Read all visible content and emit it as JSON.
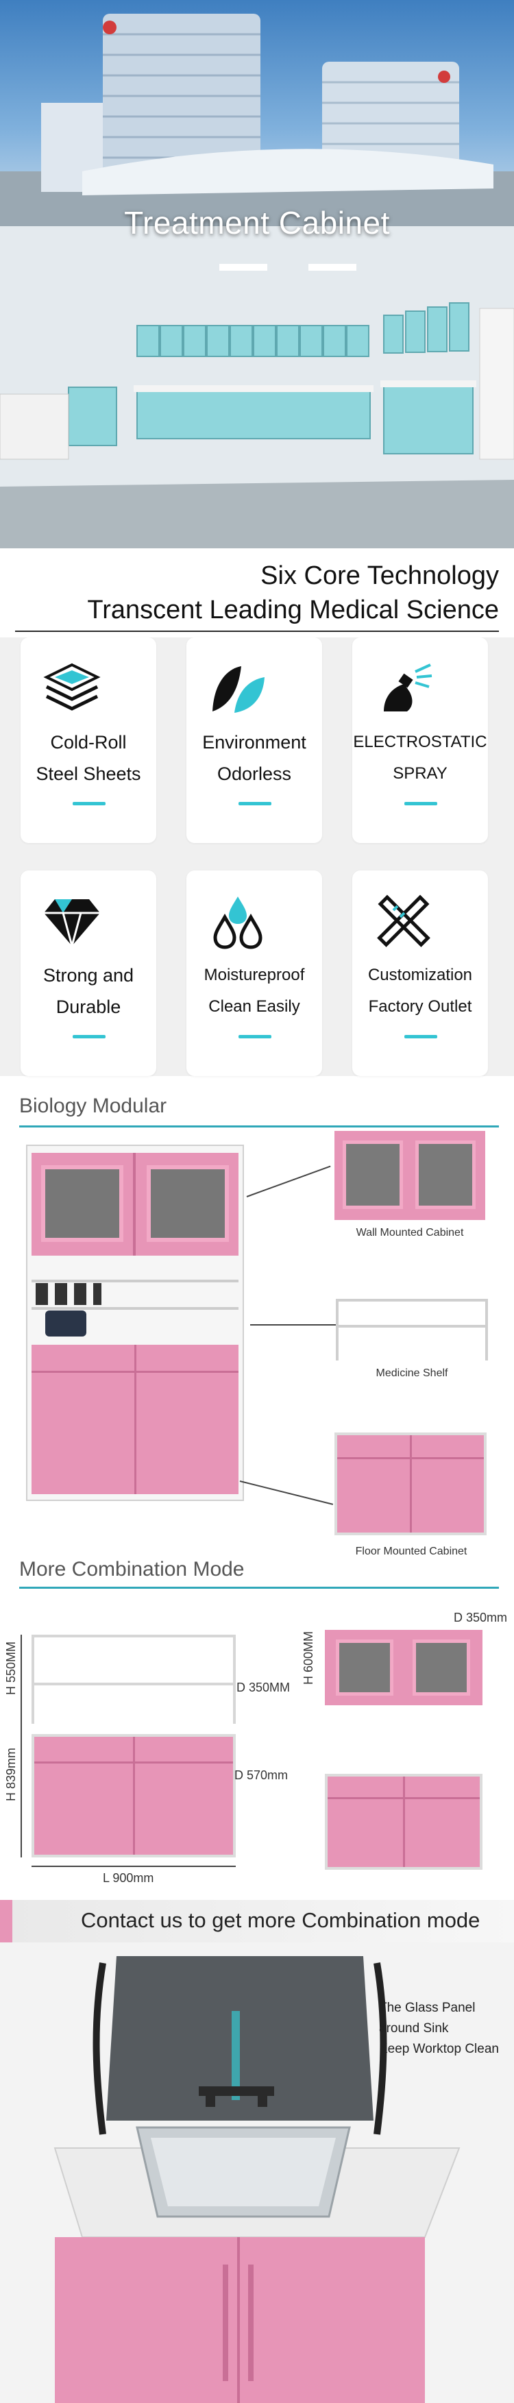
{
  "hero": {
    "title": "Treatment Cabinet"
  },
  "core": {
    "title": "Six Core Technology",
    "subtitle": "Transcent Leading Medical Science",
    "cards": [
      {
        "icon": "layers-icon",
        "line1": "Cold-Roll",
        "line2": "Steel Sheets"
      },
      {
        "icon": "leaf-icon",
        "line1": "Environment",
        "line2": "Odorless"
      },
      {
        "icon": "spray-icon",
        "line1": "ELECTROSTATIC",
        "line2": "SPRAY"
      },
      {
        "icon": "diamond-icon",
        "line1": "Strong and",
        "line2": "Durable"
      },
      {
        "icon": "water-drop-icon",
        "line1": "Moistureproof",
        "line2": "Clean Easily"
      },
      {
        "icon": "ruler-pencil-icon",
        "line1": "Customization",
        "line2": "Factory Outlet"
      }
    ],
    "accent": "#33c4d3"
  },
  "biology": {
    "title": "Biology Modular",
    "wall_label": "Wall Mounted Cabinet",
    "shelf_label": "Medicine Shelf",
    "floor_label": "Floor Mounted Cabinet"
  },
  "combination": {
    "title": "More Combination Mode",
    "h550": "H 550MM",
    "h839": "H 839mm",
    "l900": "L 900mm",
    "d350a": "D 350MM",
    "d570": "D 570mm",
    "h600": "H 600MM",
    "d350b": "D 350mm"
  },
  "contact": {
    "text": "Contact us to get more Combination mode",
    "note_line1": "The Glass Panel",
    "note_line2": "around Sink",
    "note_line3": "Keep Worktop Clean"
  },
  "colors": {
    "pink": "#e795b7",
    "teal": "#2fa7b8"
  }
}
